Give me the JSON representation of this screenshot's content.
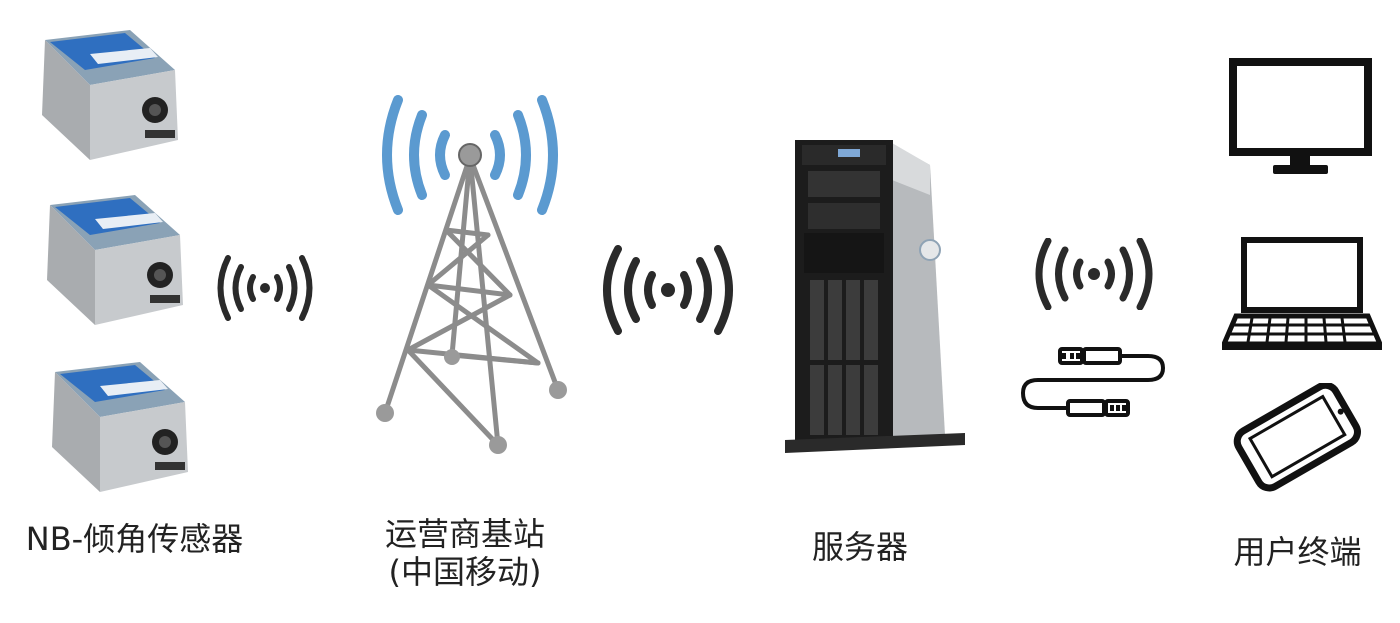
{
  "labels": {
    "sensor": "NB-倾角传感器",
    "station_line1": "运营商基站",
    "station_line2": "(中国移动)",
    "server": "服务器",
    "terminal": "用户终端"
  },
  "colors": {
    "signal_dark": "#2a2a2a",
    "signal_blue": "#5b9ad0",
    "sensor_blue": "#2f6fc0",
    "metal": "#b9bcbf",
    "tower": "#8c8c8c",
    "server_dark": "#1c1c1c"
  },
  "icons": [
    "inclinometer-sensor-icon",
    "wireless-signal-icon",
    "cell-tower-icon",
    "tower-server-icon",
    "network-cable-icon",
    "monitor-icon",
    "laptop-icon",
    "smartphone-icon"
  ]
}
